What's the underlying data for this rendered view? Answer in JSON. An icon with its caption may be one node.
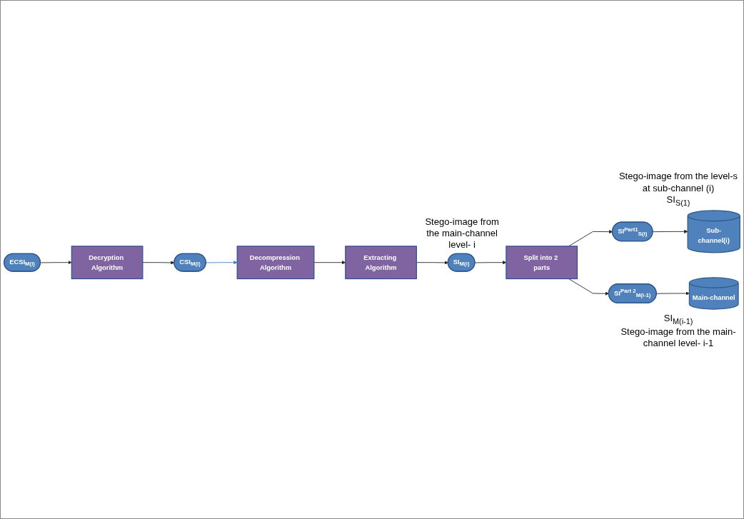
{
  "diagram": {
    "nodes": [
      {
        "text": [
          "ECSI$_{M(i)}$"
        ]
      },
      {
        "text": [
          "Decryption Algorithm"
        ]
      },
      {
        "text": [
          "CSI$_{M(i)}$"
        ]
      },
      {
        "text": [
          "Decompression Algorithm"
        ]
      },
      {
        "text": [
          "Extracting Algorithm"
        ]
      },
      {
        "text": [
          "SI$_{M(i)}$"
        ],
        "beside": [
          "Stego-image from the main-channel level- i"
        ]
      },
      {
        "text": [
          "Split into 2 parts"
        ]
      },
      {
        "text": [
          "SI$^{Part1}$$_{S(i)}$"
        ]
      },
      {
        "text": [
          "Sub-channel(i)"
        ],
        "beside": [
          "Stego-image from the level-s at sub-channel (i)",
          "SI$_{S(1)}$"
        ]
      },
      {
        "text": [
          "SI$^{Part 2}$$_{M(i-1)}$"
        ]
      },
      {
        "text": [
          "Main-channel"
        ],
        "beside": [
          "SI$_{M(i-1)}$",
          "Stego-image from the main-channel level- i-1"
        ]
      }
    ],
    "edges": [
      {
        "from": 0,
        "to": 1,
        "arrow": "to"
      },
      {
        "from": 1,
        "to": 2,
        "arrow": "to"
      },
      {
        "from": 2,
        "to": 3,
        "arrow": "to",
        "color": "#4a7ebb"
      },
      {
        "from": 3,
        "to": 4,
        "arrow": "to"
      },
      {
        "from": 4,
        "to": 5,
        "arrow": "to"
      },
      {
        "from": 5,
        "to": 6,
        "arrow": "to"
      },
      {
        "from": 6,
        "to": 7,
        "arrow": "to"
      },
      {
        "from": 6,
        "to": 9,
        "arrow": "to"
      },
      {
        "from": 7,
        "to": 8,
        "arrow": "to"
      },
      {
        "from": 9,
        "to": 10,
        "arrow": "to"
      }
    ]
  }
}
